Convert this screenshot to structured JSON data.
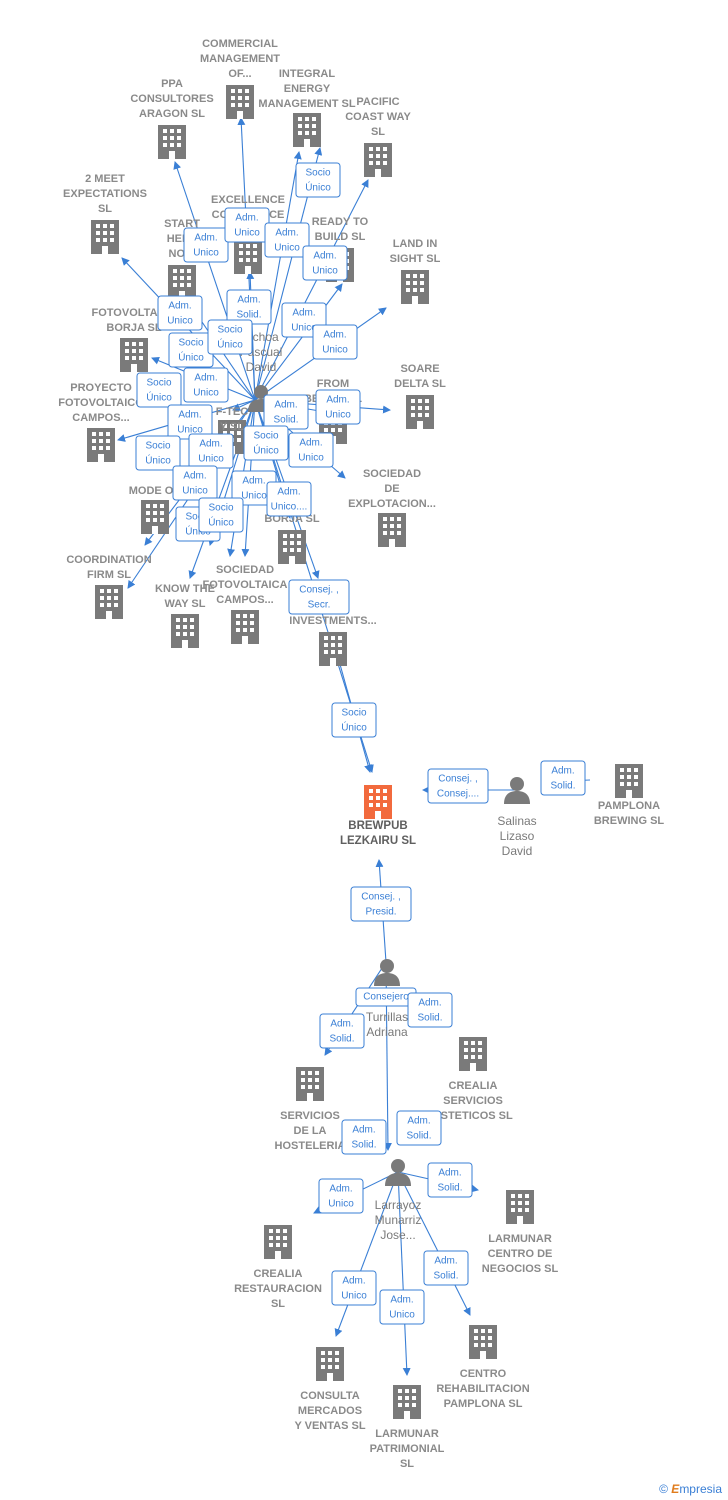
{
  "colors": {
    "edge": "#3a7fd5",
    "company": "#7a7a7a",
    "main_company": "#f26a3d",
    "person": "#7a7a7a"
  },
  "credit": {
    "symbol": "©",
    "brand_initial": "E",
    "brand_rest": "mpresia"
  },
  "companies": [
    {
      "id": "commercial",
      "lines": [
        "COMMERCIAL",
        "MANAGEMENT",
        "OF..."
      ]
    },
    {
      "id": "ppa",
      "lines": [
        "PPA",
        "CONSULTORES",
        "ARAGON  SL"
      ]
    },
    {
      "id": "integral",
      "lines": [
        "INTEGRAL",
        "ENERGY",
        "MANAGEMENT  SL"
      ]
    },
    {
      "id": "pacific",
      "lines": [
        "PACIFIC",
        "COAST WAY",
        "SL"
      ]
    },
    {
      "id": "meet",
      "lines": [
        "2 MEET",
        "EXPECTATIONS",
        "SL"
      ]
    },
    {
      "id": "excellence",
      "lines": [
        "EXCELLENCE",
        "CONFIDENCE"
      ]
    },
    {
      "id": "start",
      "lines": [
        "START",
        "HERE",
        "NOW"
      ]
    },
    {
      "id": "ready",
      "lines": [
        "READY TO",
        "BUILD  SL"
      ]
    },
    {
      "id": "landin",
      "lines": [
        "LAND IN",
        "SIGHT  SL"
      ]
    },
    {
      "id": "fotoborja",
      "lines": [
        "FOTOVOLTAICA",
        "BORJA  SL"
      ]
    },
    {
      "id": "proyecto",
      "lines": [
        "PROYECTO",
        "FOTOVOLTAICO",
        "CAMPOS..."
      ]
    },
    {
      "id": "soare",
      "lines": [
        "SOARE",
        "DELTA SL"
      ]
    },
    {
      "id": "from",
      "lines": [
        "FROM",
        "BELOW  SL"
      ]
    },
    {
      "id": "ftec",
      "lines": [
        "F-TEC",
        "Y  SL"
      ]
    },
    {
      "id": "sociedadexp",
      "lines": [
        "SOCIEDAD",
        "DE",
        "EXPLOTACION..."
      ]
    },
    {
      "id": "modeon",
      "lines": [
        "MODE ON"
      ]
    },
    {
      "id": "borja2",
      "lines": [
        "BORJA  SL"
      ]
    },
    {
      "id": "coordination",
      "lines": [
        "COORDINATION",
        "FIRM  SL"
      ]
    },
    {
      "id": "knowthe",
      "lines": [
        "KNOW THE",
        "WAY  SL"
      ]
    },
    {
      "id": "sociedadfoto",
      "lines": [
        "SOCIEDAD",
        "FOTOVOLTAICA",
        "CAMPOS..."
      ]
    },
    {
      "id": "investments",
      "lines": [
        "L",
        "INVESTMENTS..."
      ]
    },
    {
      "id": "brewpub",
      "lines": [
        "BREWPUB",
        "LEZKAIRU  SL"
      ]
    },
    {
      "id": "pamplona",
      "lines": [
        "PAMPLONA",
        "BREWING  SL"
      ]
    },
    {
      "id": "crealiaserv",
      "lines": [
        "CREALIA",
        "SERVICIOS",
        "ESTETICOS  SL"
      ]
    },
    {
      "id": "serviciosh",
      "lines": [
        "SERVICIOS",
        "DE LA",
        "HOSTELERIA"
      ]
    },
    {
      "id": "larmunarcentro",
      "lines": [
        "LARMUNAR",
        "CENTRO DE",
        "NEGOCIOS  SL"
      ]
    },
    {
      "id": "crealiarest",
      "lines": [
        "CREALIA",
        "RESTAURACION",
        "SL"
      ]
    },
    {
      "id": "centroreh",
      "lines": [
        "CENTRO",
        "REHABILITACION",
        "PAMPLONA  SL"
      ]
    },
    {
      "id": "consulta",
      "lines": [
        "CONSULTA",
        "MERCADOS",
        "Y VENTAS  SL"
      ]
    },
    {
      "id": "larmunarpat",
      "lines": [
        "LARMUNAR",
        "PATRIMONIAL",
        "SL"
      ]
    }
  ],
  "persons": [
    {
      "id": "ochoa",
      "lines": [
        "Ochoa",
        "Pascual",
        "David"
      ]
    },
    {
      "id": "salinas",
      "lines": [
        "Salinas",
        "Lizaso",
        "David"
      ]
    },
    {
      "id": "turrillas",
      "lines": [
        "Turrillas",
        "Adriana"
      ]
    },
    {
      "id": "larrayoz",
      "lines": [
        "Larrayoz",
        "Munarriz",
        "Jose..."
      ]
    }
  ],
  "edge_labels": [
    {
      "lines": [
        "Adm.",
        "Unico"
      ]
    },
    {
      "lines": [
        "Adm.",
        "Unico"
      ]
    },
    {
      "lines": [
        "Adm.",
        "Unico"
      ]
    },
    {
      "lines": [
        "Socio",
        "Único"
      ]
    },
    {
      "lines": [
        "Adm.",
        "Unico"
      ]
    },
    {
      "lines": [
        "Adm.",
        "Unico"
      ]
    },
    {
      "lines": [
        "Adm.",
        "Solid."
      ]
    },
    {
      "lines": [
        "Socio",
        "Único"
      ]
    },
    {
      "lines": [
        "Adm.",
        "Unico"
      ]
    },
    {
      "lines": [
        "Adm.",
        "Unico"
      ]
    },
    {
      "lines": [
        "Socio",
        "Único"
      ]
    },
    {
      "lines": [
        "Adm.",
        "Unico"
      ]
    },
    {
      "lines": [
        "Socio",
        "Único"
      ]
    },
    {
      "lines": [
        "Adm.",
        "Unico"
      ]
    },
    {
      "lines": [
        "Adm.",
        "Solid."
      ]
    },
    {
      "lines": [
        "Adm.",
        "Unico"
      ]
    },
    {
      "lines": [
        "Socio",
        "Único"
      ]
    },
    {
      "lines": [
        "Adm.",
        "Unico"
      ]
    },
    {
      "lines": [
        "Socio",
        "Único"
      ]
    },
    {
      "lines": [
        "Adm.",
        "Unico"
      ]
    },
    {
      "lines": [
        "Adm.",
        "Unico"
      ]
    },
    {
      "lines": [
        "Adm.",
        "Unico"
      ]
    },
    {
      "lines": [
        "Adm.",
        "Unico...."
      ]
    },
    {
      "lines": [
        "Socio",
        "Único"
      ]
    },
    {
      "lines": [
        "Socio",
        "Único"
      ]
    },
    {
      "lines": [
        "Consej. ,",
        "Secr."
      ]
    },
    {
      "lines": [
        "Socio",
        "Único"
      ]
    },
    {
      "lines": [
        "Consej. ,",
        "Consej...."
      ]
    },
    {
      "lines": [
        "Adm.",
        "Solid."
      ]
    },
    {
      "lines": [
        "Consej. ,",
        "Presid."
      ]
    },
    {
      "lines": [
        "Consejero"
      ]
    },
    {
      "lines": [
        "Adm.",
        "Solid."
      ]
    },
    {
      "lines": [
        "Adm.",
        "Solid."
      ]
    },
    {
      "lines": [
        "Adm.",
        "Solid."
      ]
    },
    {
      "lines": [
        "Adm.",
        "Solid."
      ]
    },
    {
      "lines": [
        "Adm.",
        "Unico"
      ]
    },
    {
      "lines": [
        "Adm.",
        "Solid."
      ]
    },
    {
      "lines": [
        "Adm.",
        "Solid."
      ]
    },
    {
      "lines": [
        "Adm.",
        "Unico"
      ]
    },
    {
      "lines": [
        "Adm.",
        "Unico"
      ]
    }
  ]
}
